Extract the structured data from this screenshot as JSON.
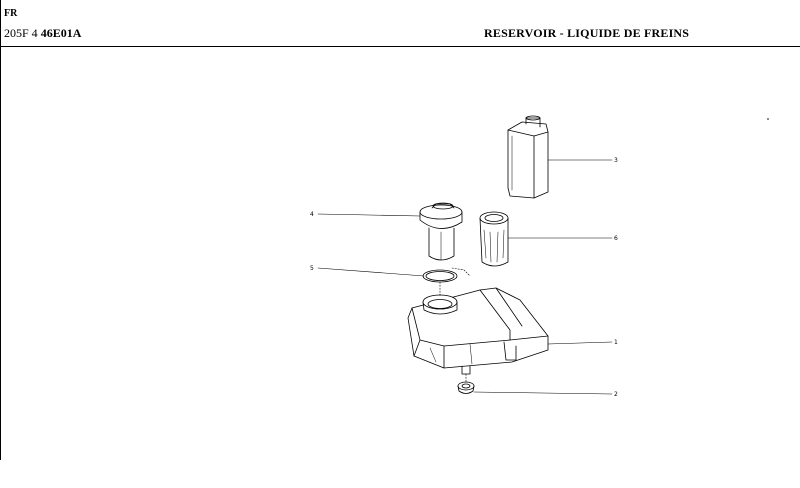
{
  "header": {
    "language": "FR",
    "model_prefix": "205F 4",
    "page_code": "46E01A",
    "title": "RESERVOIR - LIQUIDE DE FREINS"
  },
  "diagram": {
    "callouts": [
      {
        "id": "callout-1",
        "label": "1"
      },
      {
        "id": "callout-2",
        "label": "2"
      },
      {
        "id": "callout-3",
        "label": "3"
      },
      {
        "id": "callout-4",
        "label": "4"
      },
      {
        "id": "callout-5",
        "label": "5"
      },
      {
        "id": "callout-6",
        "label": "6"
      }
    ]
  }
}
